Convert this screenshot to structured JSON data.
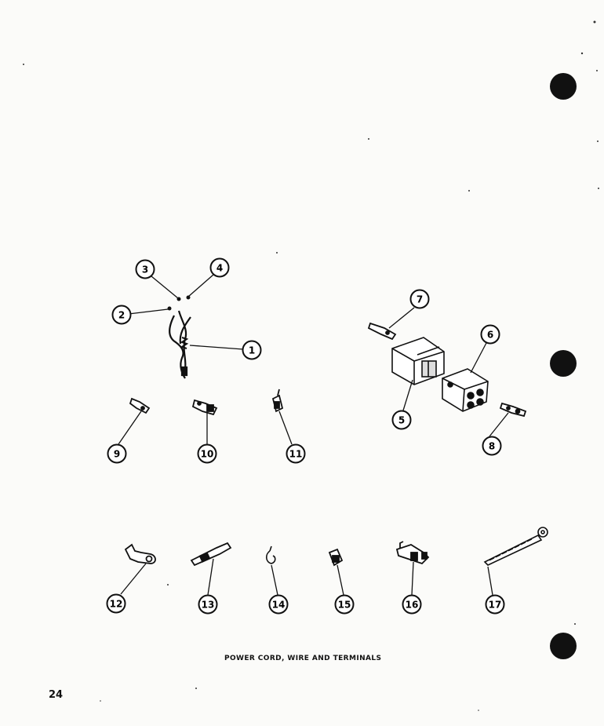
{
  "caption": "POWER CORD, WIRE AND TERMINALS",
  "page_number": "24",
  "callouts": [
    {
      "id": "1",
      "label": "1"
    },
    {
      "id": "2",
      "label": "2"
    },
    {
      "id": "3",
      "label": "3"
    },
    {
      "id": "4",
      "label": "4"
    },
    {
      "id": "5",
      "label": "5"
    },
    {
      "id": "6",
      "label": "6"
    },
    {
      "id": "7",
      "label": "7"
    },
    {
      "id": "8",
      "label": "8"
    },
    {
      "id": "9",
      "label": "9"
    },
    {
      "id": "10",
      "label": "10"
    },
    {
      "id": "11",
      "label": "11"
    },
    {
      "id": "12",
      "label": "12"
    },
    {
      "id": "13",
      "label": "13"
    },
    {
      "id": "14",
      "label": "14"
    },
    {
      "id": "15",
      "label": "15"
    },
    {
      "id": "16",
      "label": "16"
    },
    {
      "id": "17",
      "label": "17"
    }
  ],
  "colors": {
    "ink": "#111111",
    "paper": "#fbfbf9"
  }
}
